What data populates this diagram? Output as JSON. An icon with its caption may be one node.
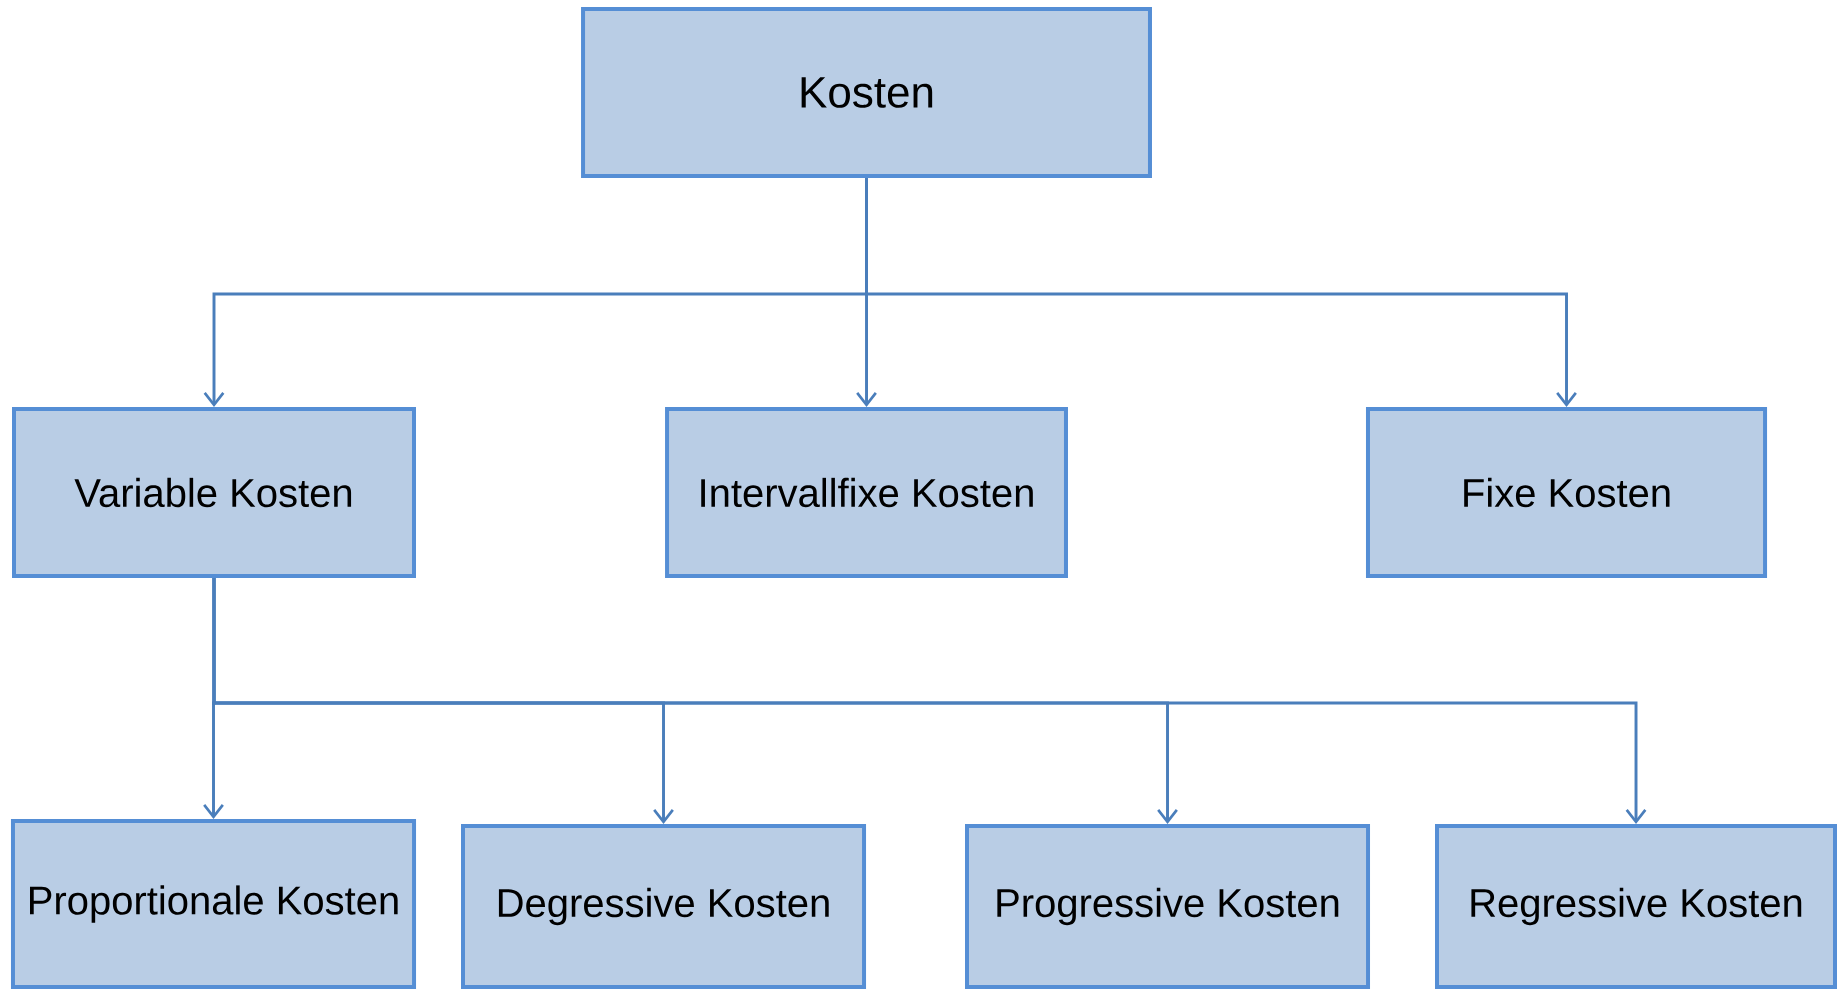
{
  "diagram": {
    "nodes": [
      {
        "text": [
          "Kosten"
        ]
      },
      {
        "text": [
          "Variable Kosten"
        ]
      },
      {
        "text": [
          "Intervallfixe Kosten"
        ]
      },
      {
        "text": [
          "Fixe Kosten"
        ]
      },
      {
        "text": [
          "Proportionale Kosten"
        ]
      },
      {
        "text": [
          "Degressive Kosten"
        ]
      },
      {
        "text": [
          "Progressive Kosten"
        ]
      },
      {
        "text": [
          "Regressive Kosten"
        ]
      }
    ],
    "edges": [
      {
        "from": 0,
        "to": 1,
        "arrow": "to"
      },
      {
        "from": 0,
        "to": 2,
        "arrow": "to"
      },
      {
        "from": 0,
        "to": 3,
        "arrow": "to"
      },
      {
        "from": 1,
        "to": 4,
        "arrow": "to"
      },
      {
        "from": 1,
        "to": 5,
        "arrow": "to"
      },
      {
        "from": 1,
        "to": 6,
        "arrow": "to"
      },
      {
        "from": 1,
        "to": 7,
        "arrow": "to"
      }
    ]
  }
}
